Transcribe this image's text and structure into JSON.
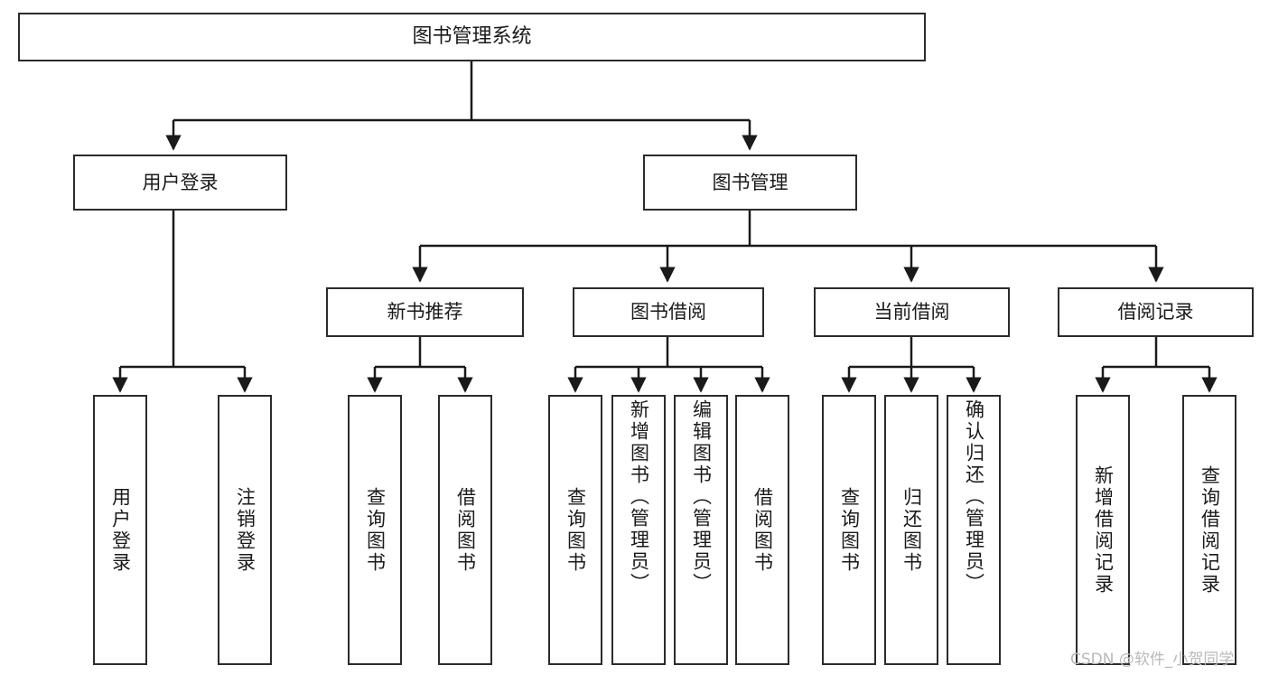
{
  "diagram": {
    "title": "图书管理系统",
    "type": "tree",
    "orientation": "top-down",
    "colors": {
      "node_border": "#2b2b2b",
      "node_fill": "#ffffff",
      "edge": "#1a1a1a",
      "text": "#1a1a1a",
      "watermark": "#b9b9b9",
      "background": "#ffffff"
    },
    "watermark": "CSDN @软件_小贺同学"
  },
  "nodes": {
    "root": {
      "label": "图书管理系统"
    },
    "level2": [
      {
        "id": "user-login",
        "label": "用户登录"
      },
      {
        "id": "book-manage",
        "label": "图书管理"
      }
    ],
    "level3": [
      {
        "id": "new-book-recommend",
        "label": "新书推荐"
      },
      {
        "id": "book-borrow",
        "label": "图书借阅"
      },
      {
        "id": "current-borrow",
        "label": "当前借阅"
      },
      {
        "id": "borrow-record",
        "label": "借阅记录"
      }
    ],
    "leaves": {
      "user_login": [
        {
          "id": "leaf-user-login",
          "label": "用户登录"
        },
        {
          "id": "leaf-logout-login",
          "label": "注销登录"
        }
      ],
      "new_book_recommend": [
        {
          "id": "leaf-query-book-1",
          "label": "查询图书"
        },
        {
          "id": "leaf-borrow-book-1",
          "label": "借阅图书"
        }
      ],
      "book_borrow": [
        {
          "id": "leaf-query-book-2",
          "label": "查询图书"
        },
        {
          "id": "leaf-add-book-admin",
          "label": "新增图书（管理员）"
        },
        {
          "id": "leaf-edit-book-admin",
          "label": "编辑图书（管理员）"
        },
        {
          "id": "leaf-borrow-book-2",
          "label": "借阅图书"
        }
      ],
      "current_borrow": [
        {
          "id": "leaf-query-book-3",
          "label": "查询图书"
        },
        {
          "id": "leaf-return-book",
          "label": "归还图书"
        },
        {
          "id": "leaf-confirm-return-admin",
          "label": "确认归还（管理员）"
        }
      ],
      "borrow_record": [
        {
          "id": "leaf-add-borrow-record",
          "label": "新增借阅记录"
        },
        {
          "id": "leaf-query-borrow-record",
          "label": "查询借阅记录"
        }
      ]
    }
  }
}
